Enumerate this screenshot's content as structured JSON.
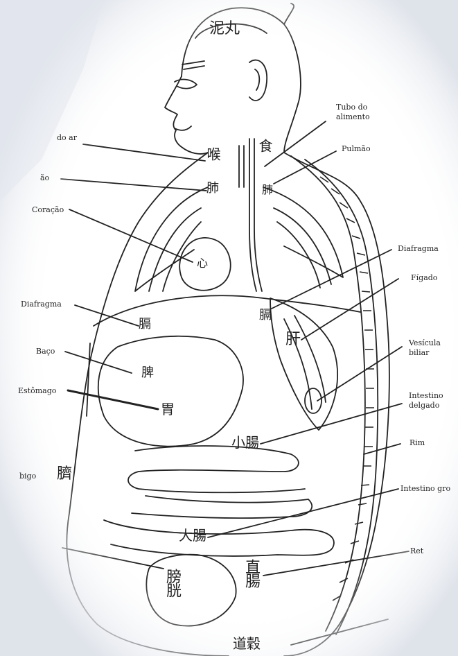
{
  "labels": {
    "tubo_do_ar": "do ar",
    "pulmao_left": "ão",
    "coracao": "Coração",
    "diafragma_left": "Diafragma",
    "baco": "Baço",
    "estomago": "Estômago",
    "umbigo": "bigo",
    "tubo_alimento_1": "Tubo do",
    "tubo_alimento_2": "alimento",
    "pulmao": "Pulmão",
    "diafragma_right": "Diafragma",
    "figado": "Fígado",
    "vesicula_1": "Vesícula",
    "vesicula_2": "biliar",
    "intestino_delgado_1": "Intestino",
    "intestino_delgado_2": "delgado",
    "rim": "Rim",
    "intestino_grosso": "Intestino gro",
    "reto": "Ret"
  },
  "characters": {
    "head": "泥丸",
    "throat_left": "喉",
    "throat_right": "食",
    "lung_left": "肺",
    "lung_right": "肺",
    "heart": "心",
    "diaphragm_left": "膈",
    "diaphragm_right": "膈",
    "liver": "肝",
    "spleen": "脾",
    "stomach": "胃",
    "navel": "臍",
    "small_intestine": "小腸",
    "large_intestine": "大腸",
    "bladder": "膀胱",
    "rectum": "直腸",
    "anus": "道穀"
  },
  "colors": {
    "ink": "#222222",
    "fade": "#e6e9ef"
  }
}
